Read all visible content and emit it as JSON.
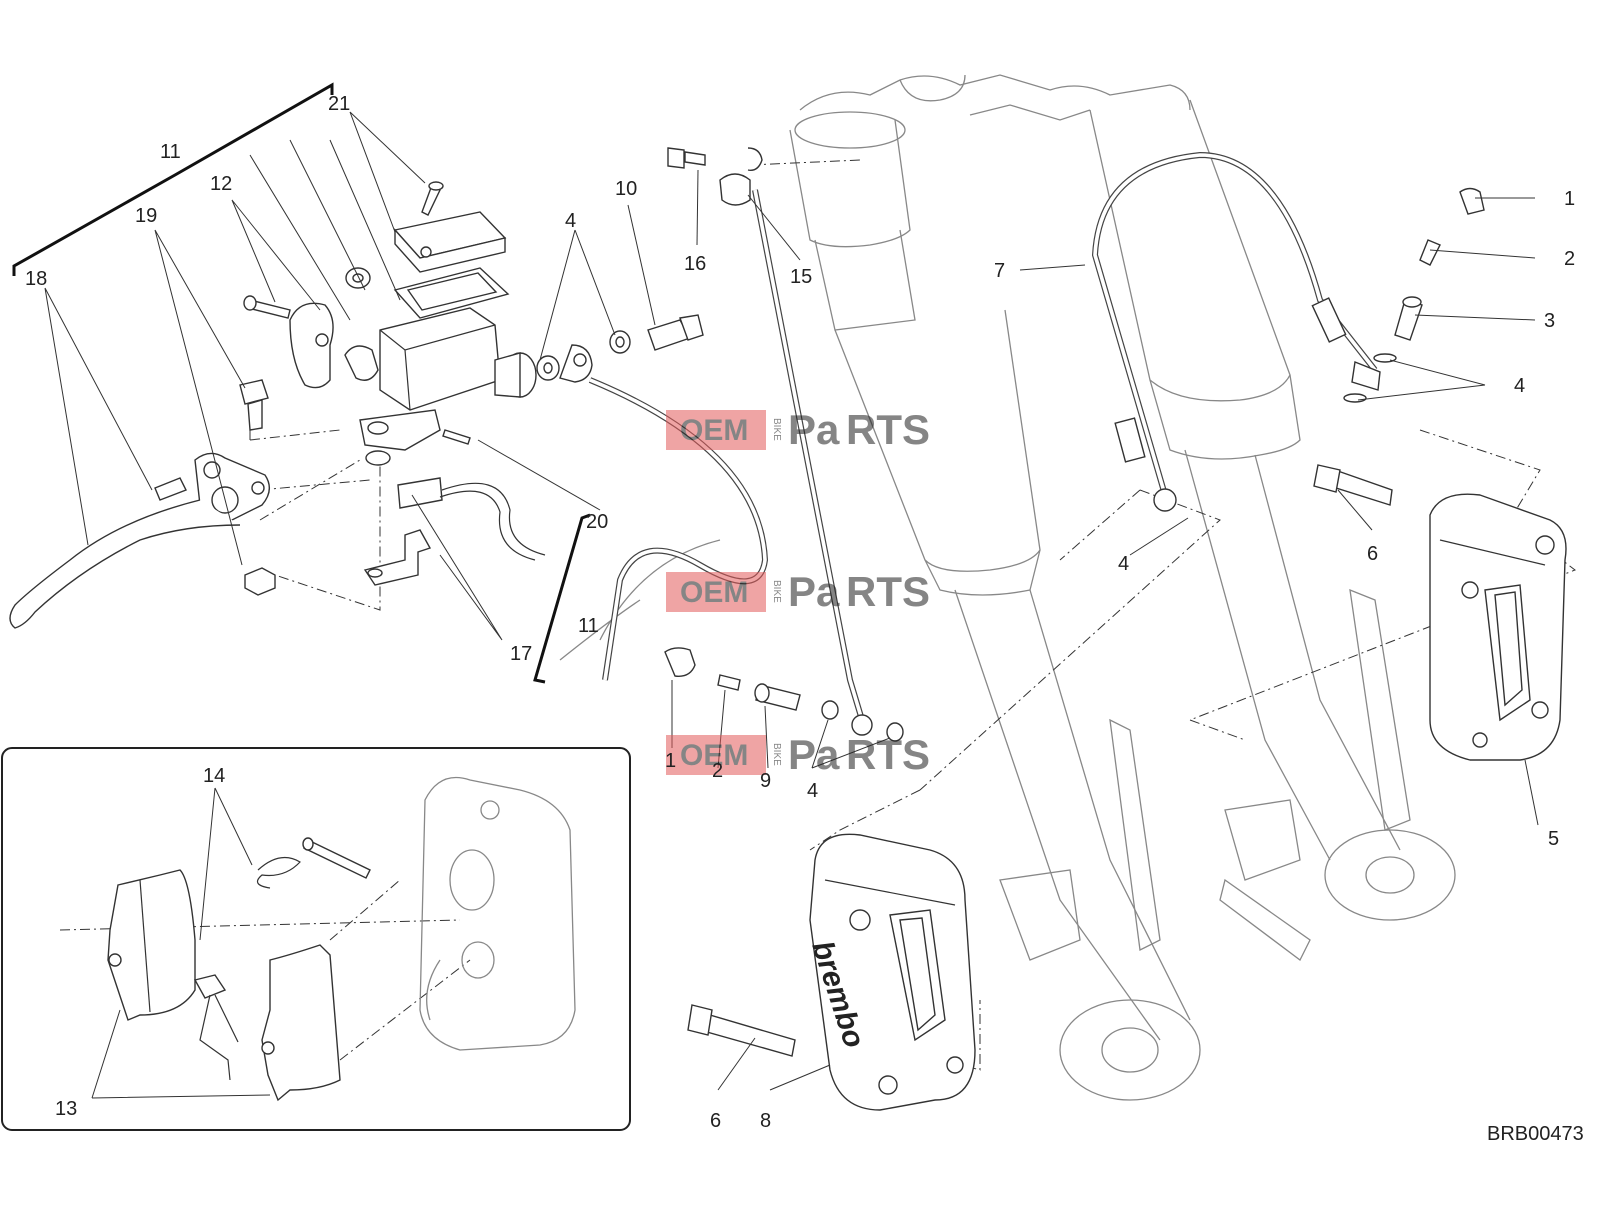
{
  "diagram": {
    "reference_code": "BRB00473",
    "caliper_brand": "brembo",
    "watermark": {
      "oem": "OEM",
      "bike": "BIKE",
      "pa": "Pa",
      "rts": "RTS",
      "colors": {
        "red": "#e35a5a",
        "gray": "#9a9a9a"
      }
    },
    "callouts": [
      "11",
      "21",
      "12",
      "19",
      "18",
      "4",
      "10",
      "16",
      "15",
      "7",
      "1",
      "2",
      "3",
      "4",
      "6",
      "4",
      "20",
      "11",
      "17",
      "1",
      "2",
      "9",
      "4",
      "5",
      "14",
      "13",
      "6",
      "8"
    ]
  }
}
